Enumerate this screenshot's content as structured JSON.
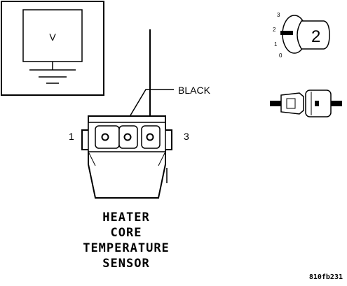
{
  "meter": {
    "symbol": "V"
  },
  "wire": {
    "color_label": "BLACK"
  },
  "connector": {
    "pin_left_label": "1",
    "pin_right_label": "3"
  },
  "title": {
    "lines": [
      "HEATER",
      "CORE",
      "TEMPERATURE",
      "SENSOR"
    ]
  },
  "legend": {
    "selector_number": "2",
    "selector_scale": [
      "3",
      "2",
      "1",
      "0"
    ]
  },
  "figure_ref": "810fb231"
}
